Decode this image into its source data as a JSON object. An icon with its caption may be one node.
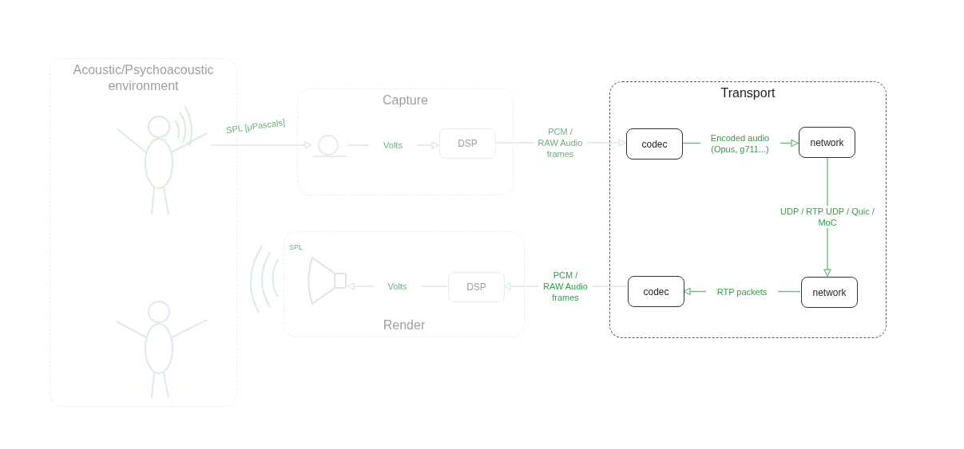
{
  "diagram": {
    "nodes": [
      {
        "text": [
          "Acoustic/Psychoacoustic environment"
        ]
      },
      {
        "text": [],
        "shape": "person",
        "in": 0
      },
      {
        "text": [],
        "shape": "person",
        "in": 0
      },
      {
        "text": [
          "Capture"
        ]
      },
      {
        "text": [],
        "shape": "circle",
        "in": 3
      },
      {
        "text": [
          "DSP"
        ],
        "in": 3
      },
      {
        "text": [
          "Render"
        ]
      },
      {
        "text": [],
        "shape": "picture",
        "in": 6
      },
      {
        "text": [
          "DSP"
        ],
        "in": 6
      },
      {
        "text": [
          "Transport"
        ]
      },
      {
        "text": [
          "codec"
        ],
        "in": 9
      },
      {
        "text": [
          "network"
        ],
        "in": 9
      },
      {
        "text": [
          "network"
        ],
        "in": 9
      },
      {
        "text": [
          "codec"
        ],
        "in": 9
      }
    ],
    "edges": [
      {
        "from": 1,
        "to": 4,
        "arrow": "to",
        "label": "SPL [μPascals]",
        "color": "#d6eeda"
      },
      {
        "from": 4,
        "to": 5,
        "arrow": "to",
        "label": "Volts",
        "color": "#d6eeda"
      },
      {
        "from": 5,
        "to": 10,
        "arrow": "to",
        "label": "PCM / RAW Audio frames",
        "color": "#d6eeda"
      },
      {
        "from": 10,
        "to": 11,
        "arrow": "to",
        "label": "Encoded audio (Opus, g711...)",
        "color": "#6cc27c"
      },
      {
        "from": 11,
        "to": 12,
        "arrow": "to",
        "label": "UDP / RTP UDP / Quic / MoC",
        "color": "#6cc27c"
      },
      {
        "from": 12,
        "to": 13,
        "arrow": "to",
        "label": "RTP packets",
        "color": "#6cc27c"
      },
      {
        "from": 13,
        "to": 8,
        "arrow": "to",
        "label": "PCM / RAW Audio frames",
        "color": "#d6eeda"
      },
      {
        "from": 8,
        "to": 7,
        "arrow": "to",
        "label": "Volts",
        "color": "#d6eeda"
      }
    ],
    "labels": [
      "SPL"
    ]
  }
}
